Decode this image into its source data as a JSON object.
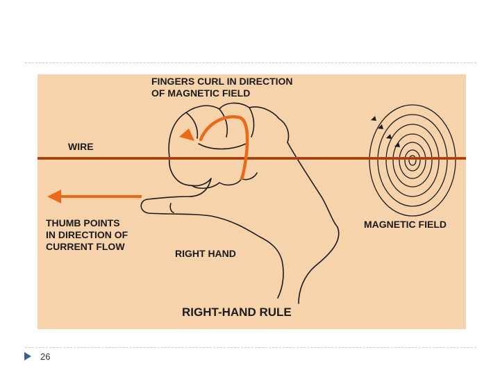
{
  "slide": {
    "page_number": "26"
  },
  "diagram": {
    "labels": {
      "fingers": "FINGERS CURL IN DIRECTION\nOF MAGNETIC FIELD",
      "wire": "WIRE",
      "thumb": "THUMB POINTS\nIN DIRECTION OF\nCURRENT FLOW",
      "right_hand": "RIGHT HAND",
      "magnetic_field": "MAGNETIC FIELD",
      "title": "RIGHT-HAND RULE"
    },
    "colors": {
      "background": "#f7d3ab",
      "wire": "#c0501a",
      "arrow": "#e86a1a",
      "ink": "#1a1a1a"
    }
  }
}
